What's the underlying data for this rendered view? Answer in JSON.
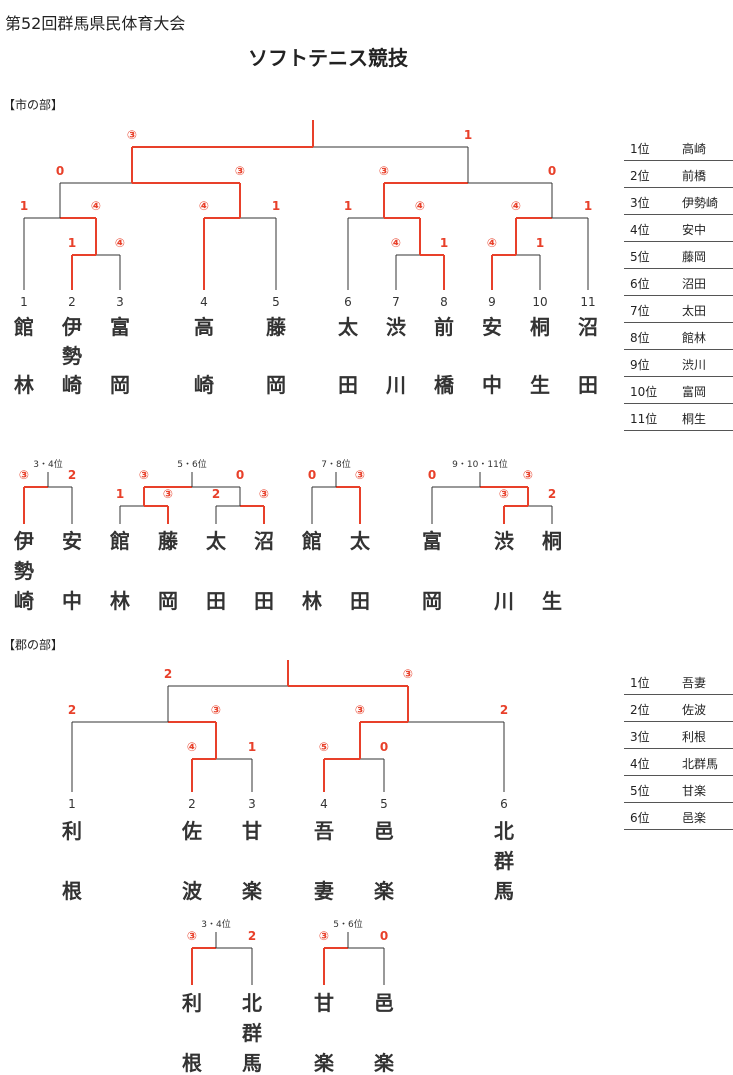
{
  "header": {
    "event": "第52回群馬県民体育大会",
    "title": "ソフトテニス競技"
  },
  "colors": {
    "win": "#e8402a",
    "lose": "#333333"
  },
  "sections": {
    "city": {
      "label": "【市の部】",
      "teams": [
        {
          "num": "1",
          "chars": [
            "館",
            "",
            "林"
          ]
        },
        {
          "num": "2",
          "chars": [
            "伊",
            "勢",
            "崎"
          ]
        },
        {
          "num": "3",
          "chars": [
            "富",
            "",
            "岡"
          ]
        },
        {
          "num": "4",
          "chars": [
            "高",
            "",
            "崎"
          ]
        },
        {
          "num": "5",
          "chars": [
            "藤",
            "",
            "岡"
          ]
        },
        {
          "num": "6",
          "chars": [
            "太",
            "",
            "田"
          ]
        },
        {
          "num": "7",
          "chars": [
            "渋",
            "",
            "川"
          ]
        },
        {
          "num": "8",
          "chars": [
            "前",
            "",
            "橋"
          ]
        },
        {
          "num": "9",
          "chars": [
            "安",
            "",
            "中"
          ]
        },
        {
          "num": "10",
          "chars": [
            "桐",
            "",
            "生"
          ]
        },
        {
          "num": "11",
          "chars": [
            "沼",
            "",
            "田"
          ]
        }
      ],
      "scores": [
        "③",
        "1",
        "0",
        "③",
        "③",
        "0",
        "1",
        "④",
        "④",
        "1",
        "1",
        "④",
        "④",
        "1",
        "④",
        "1",
        "1",
        "④",
        "④",
        "1"
      ],
      "ranking": [
        {
          "pos": "1位",
          "name": "高崎"
        },
        {
          "pos": "2位",
          "name": "前橋"
        },
        {
          "pos": "3位",
          "name": "伊勢崎"
        },
        {
          "pos": "4位",
          "name": "安中"
        },
        {
          "pos": "5位",
          "name": "藤岡"
        },
        {
          "pos": "6位",
          "name": "沼田"
        },
        {
          "pos": "7位",
          "name": "太田"
        },
        {
          "pos": "8位",
          "name": "館林"
        },
        {
          "pos": "9位",
          "name": "渋川"
        },
        {
          "pos": "10位",
          "name": "富岡"
        },
        {
          "pos": "11位",
          "name": "桐生"
        }
      ],
      "placement": {
        "labels": [
          "3・4位",
          "5・6位",
          "7・8位",
          "9・10・11位"
        ],
        "scores": [
          "③",
          "2",
          "③",
          "0",
          "1",
          "③",
          "2",
          "③",
          "0",
          "③",
          "0",
          "③",
          "③",
          "2"
        ],
        "teams": [
          {
            "chars": [
              "伊",
              "勢",
              "崎"
            ]
          },
          {
            "chars": [
              "安",
              "",
              "中"
            ]
          },
          {
            "chars": [
              "館",
              "",
              "林"
            ]
          },
          {
            "chars": [
              "藤",
              "",
              "岡"
            ]
          },
          {
            "chars": [
              "太",
              "",
              "田"
            ]
          },
          {
            "chars": [
              "沼",
              "",
              "田"
            ]
          },
          {
            "chars": [
              "館",
              "",
              "林"
            ]
          },
          {
            "chars": [
              "太",
              "",
              "田"
            ]
          },
          {
            "chars": [
              "富",
              "",
              "岡"
            ]
          },
          {
            "chars": [
              "渋",
              "",
              "川"
            ]
          },
          {
            "chars": [
              "桐",
              "",
              "生"
            ]
          }
        ]
      }
    },
    "county": {
      "label": "【郡の部】",
      "teams": [
        {
          "num": "1",
          "chars": [
            "利",
            "",
            "根"
          ]
        },
        {
          "num": "2",
          "chars": [
            "佐",
            "",
            "波"
          ]
        },
        {
          "num": "3",
          "chars": [
            "甘",
            "",
            "楽"
          ]
        },
        {
          "num": "4",
          "chars": [
            "吾",
            "",
            "妻"
          ]
        },
        {
          "num": "5",
          "chars": [
            "邑",
            "",
            "楽"
          ]
        },
        {
          "num": "6",
          "chars": [
            "北",
            "群",
            "馬"
          ]
        }
      ],
      "scores": [
        "2",
        "③",
        "2",
        "③",
        "③",
        "2",
        "④",
        "1",
        "⑤",
        "0"
      ],
      "ranking": [
        {
          "pos": "1位",
          "name": "吾妻"
        },
        {
          "pos": "2位",
          "name": "佐波"
        },
        {
          "pos": "3位",
          "name": "利根"
        },
        {
          "pos": "4位",
          "name": "北群馬"
        },
        {
          "pos": "5位",
          "name": "甘楽"
        },
        {
          "pos": "6位",
          "name": "邑楽"
        }
      ],
      "placement": {
        "labels": [
          "3・4位",
          "5・6位"
        ],
        "scores": [
          "③",
          "2",
          "③",
          "0"
        ],
        "teams": [
          {
            "chars": [
              "利",
              "",
              "根"
            ]
          },
          {
            "chars": [
              "北",
              "群",
              "馬"
            ]
          },
          {
            "chars": [
              "甘",
              "",
              "楽"
            ]
          },
          {
            "chars": [
              "邑",
              "",
              "楽"
            ]
          }
        ]
      }
    }
  }
}
